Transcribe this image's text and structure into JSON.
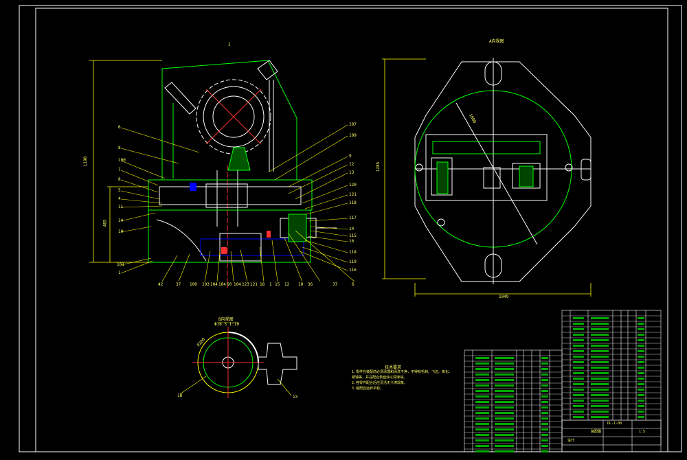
{
  "drawing": {
    "background": "#000000",
    "frame_color": "#ffffff",
    "line_color": "#00ff00",
    "dim_color": "#ffff00",
    "part_color": "#ffffff",
    "hidden_color": "#0000ff",
    "red_color": "#ff3030"
  },
  "views": {
    "main_title": "I",
    "right_title": "A向视图",
    "detail_title": "B向视图"
  },
  "dimensions": {
    "main_height": "1198",
    "main_lower": "465",
    "right_height": "1285",
    "right_width": "1049",
    "right_diag": "1000",
    "detail_top": "Φ16.5 1:10",
    "detail_arc": "R200"
  },
  "callouts_left": [
    "6",
    "8",
    "100",
    "7",
    "8",
    "5",
    "4",
    "11",
    "14",
    "10",
    "101",
    "1"
  ],
  "callouts_right": [
    "107",
    "109",
    "9",
    "12",
    "13",
    "120",
    "121",
    "118",
    "117",
    "14",
    "115",
    "16",
    "118",
    "119",
    "116"
  ],
  "callouts_bottom": [
    "42",
    "37",
    "100",
    "103",
    "104",
    "104",
    "60",
    "104",
    "123",
    "121",
    "18",
    "1",
    "15",
    "12",
    "10",
    "36",
    "37",
    "6"
  ],
  "detail_labels": [
    "18",
    "13"
  ],
  "notes": {
    "title": "技术要求",
    "lines": [
      "1.零件在装配前必须清理和清洗干净，不得有毛刺、飞边、氧化、",
      "  锈蚀等，并在配合表面涂以润滑油。",
      "2.各零件配合后应灵活无卡滞现象。",
      "3.装配后运转平稳。"
    ]
  },
  "title_block": {
    "company": "装配图",
    "drawing_no": "DL-1-00",
    "designer": "设计",
    "scale": "1:5"
  }
}
